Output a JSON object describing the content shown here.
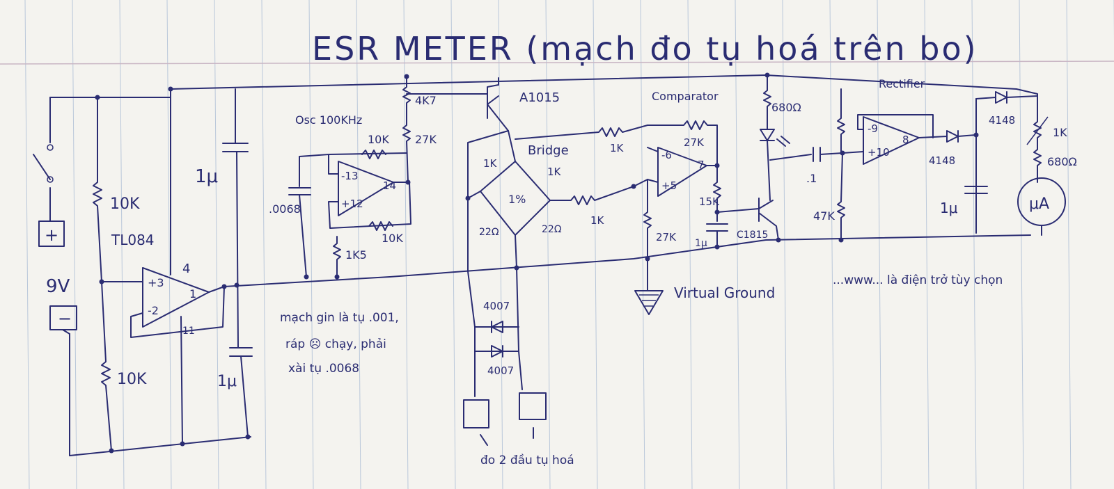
{
  "title": "ESR METER (mạch đo tụ hoá trên bo)",
  "labels": {
    "tl084": "TL084",
    "osc": "Osc 100KHz",
    "bridge": "Bridge",
    "a1015": "A1015",
    "comparator": "Comparator",
    "rectifier": "Rectifier",
    "virtual_ground": "Virtual Ground",
    "c1815": "C1815",
    "meter": "μA",
    "plus": "+",
    "minus": "−",
    "battery": "9V"
  },
  "components": {
    "r_10k_top": "10K",
    "r_10k_bottom": "10K",
    "c_1u_top": "1μ",
    "c_1u_bottom": "1μ",
    "pin_3": "+3",
    "pin_2": "-2",
    "pin_4": "4",
    "pin_1": "1",
    "pin_11": "11",
    "r_4k7": "4K7",
    "r_27k_osc": "27K",
    "r_10k_osc_top": "10K",
    "r_10k_osc_bottom": "10K",
    "r_1k5": "1K5",
    "c_0068": ".0068",
    "pin_13": "-13",
    "pin_12": "+12",
    "pin_14": "14",
    "r_1k_bridge_left": "1K",
    "r_1k_bridge_right": "1K",
    "bridge_1pct": "1%",
    "r_22_left": "22Ω",
    "r_22_right": "22Ω",
    "r_1k_top": "1K",
    "r_1k_mid": "1K",
    "r_27k_comp": "27K",
    "r_27k_vg": "27K",
    "pin_6": "-6",
    "pin_5": "+5",
    "pin_7": "7",
    "r_15k": "15K",
    "c_1u_comp": "1μ",
    "r_680_led": "680Ω",
    "c_01": ".1",
    "r_47k": "47K",
    "pin_9": "-9",
    "pin_10": "+10",
    "pin_8": "8",
    "d_4148_a": "4148",
    "d_4148_b": "4148",
    "c_1u_rect": "1μ",
    "r_1k_meter": "1K",
    "r_680_meter": "680Ω",
    "d_4007_top": "4007",
    "d_4007_bottom": "4007"
  },
  "notes": {
    "note1": "mạch gin là tụ .001,",
    "note2": "ráp ☹ chạy, phải",
    "note3": "xài tụ .0068",
    "probe": "đo 2 đầu tụ hoá",
    "trim": "...www... là điện trở tùy chọn"
  },
  "colors": {
    "ink": "#2a2c72",
    "paper": "#f4f3ef",
    "rule": "#b9c7da",
    "margin": "#c9b6c4"
  }
}
